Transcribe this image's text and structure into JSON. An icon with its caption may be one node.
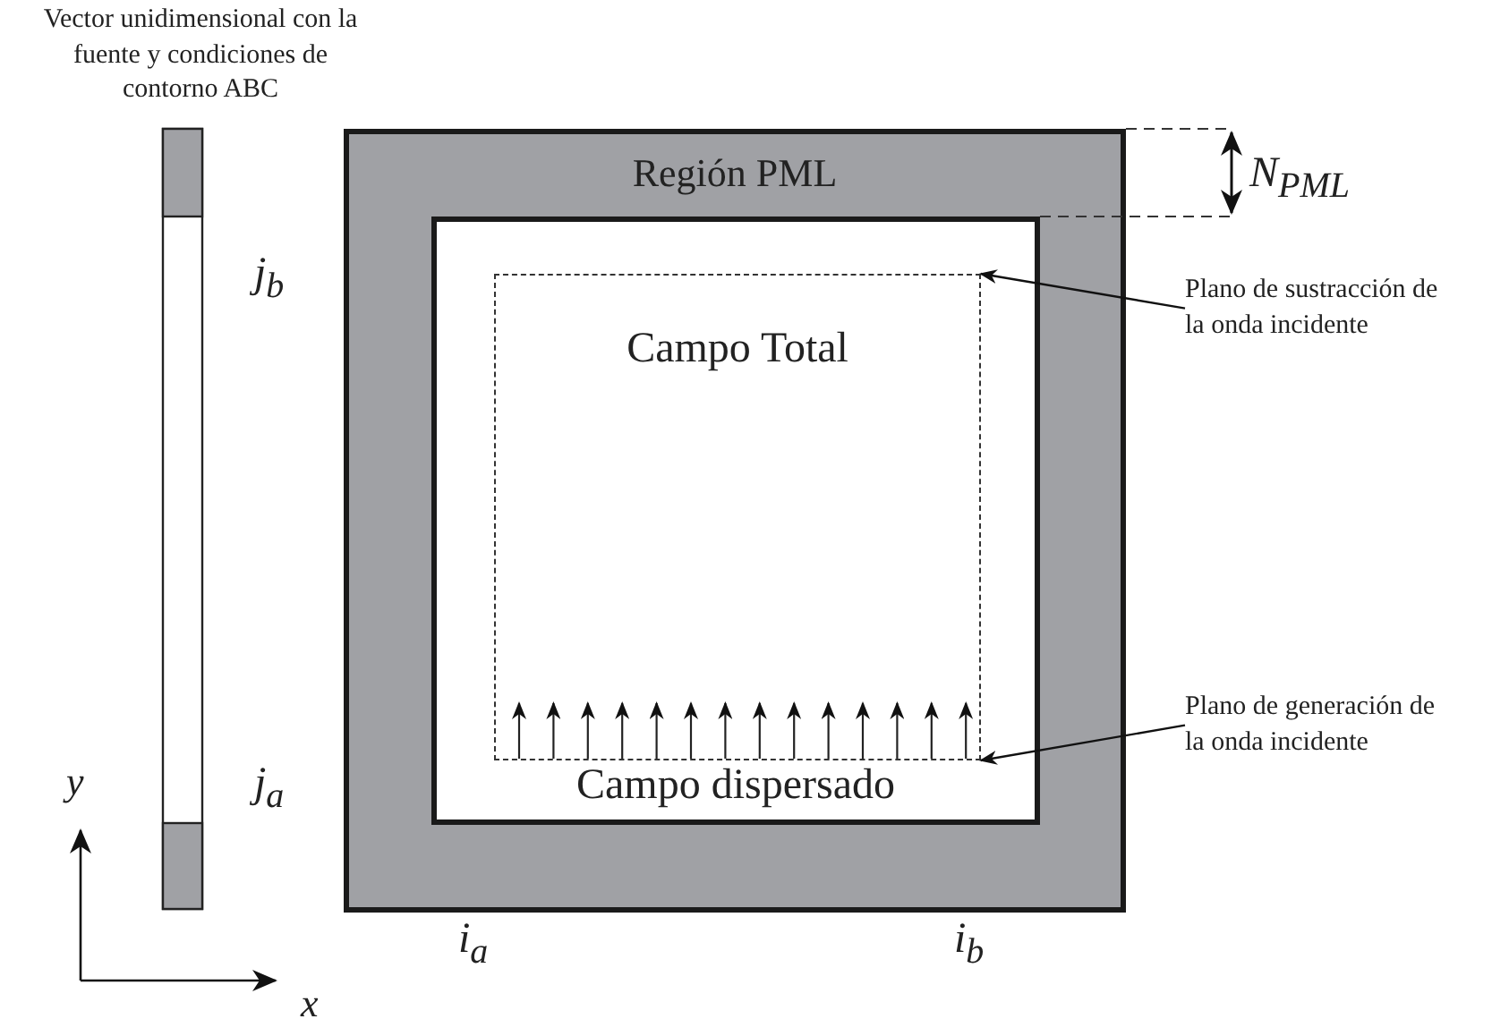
{
  "diagram": {
    "nodes": [
      {
        "text": [
          "Región PML"
        ]
      },
      {
        "text": [
          "Campo dispersado"
        ],
        "in": 0
      },
      {
        "text": [
          "Campo Total"
        ],
        "in": 1
      },
      {
        "text": [
          "Plano de sustracción de la onda incidente"
        ]
      },
      {
        "text": [
          "Plano de generación de la onda incidente"
        ]
      },
      {
        "text": [
          "Vector unidimensional con la fuente y condiciones de contorno ABC"
        ]
      }
    ],
    "edges": [
      {
        "from": 3,
        "to": 2,
        "arrow": "to"
      },
      {
        "from": 4,
        "to": 2,
        "arrow": "to"
      }
    ],
    "labels": [
      "N$_{PML}$",
      "j$_{b}$",
      "j$_{a}$",
      "y",
      "i$_{a}$",
      "i$_{b}$",
      "x"
    ]
  }
}
